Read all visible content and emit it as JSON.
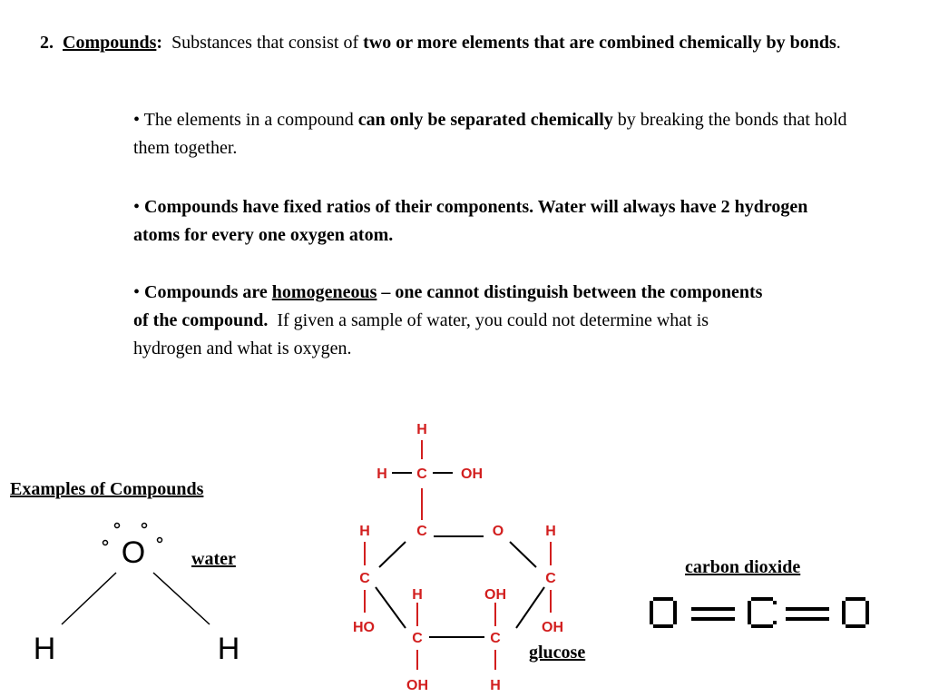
{
  "definition": {
    "number": "2.",
    "term": "Compounds",
    "colon": ":",
    "lead": "Substances that consist of",
    "bold": "two or more elements that are combined chemically by bonds",
    "end": "."
  },
  "bullets": [
    {
      "marker": "•",
      "pre": "The elements in a compound",
      "bold": "can only be separated chemically",
      "post": "by breaking the bonds that hold them together."
    },
    {
      "marker": "•",
      "bold": "Compounds have fixed ratios of their components. Water will always have 2 hydrogen atoms for every one oxygen atom."
    },
    {
      "marker": "•",
      "bold_a": "Compounds are",
      "bold_u": "homogeneous",
      "bold_b": "– one cannot distinguish between the components of the compound.",
      "post": "If given a sample of water, you could not determine what is hydrogen and what is oxygen."
    }
  ],
  "examples_heading": "Examples of Compounds",
  "molecules": {
    "water": {
      "label": "water",
      "atoms": {
        "o": "O",
        "h1": "H",
        "h2": "H"
      }
    },
    "glucose": {
      "label": "glucose",
      "color": "#d21e1e",
      "atoms": {
        "top_h": "H",
        "top_left_h": "H",
        "top_c": "C",
        "top_oh": "OH",
        "c5": "C",
        "ring_o": "O",
        "c4_h": "H",
        "c4": "C",
        "c4_ho": "HO",
        "c1_h": "H",
        "c1": "C",
        "c1_oh": "OH",
        "c3_h": "H",
        "c3": "C",
        "c3_oh": "OH",
        "c2_oh": "OH",
        "c2": "C",
        "c2_h": "H"
      }
    },
    "carbon_dioxide": {
      "label": "carbon dioxide",
      "atoms": {
        "o1": "O",
        "c": "C",
        "o2": "O"
      }
    }
  }
}
